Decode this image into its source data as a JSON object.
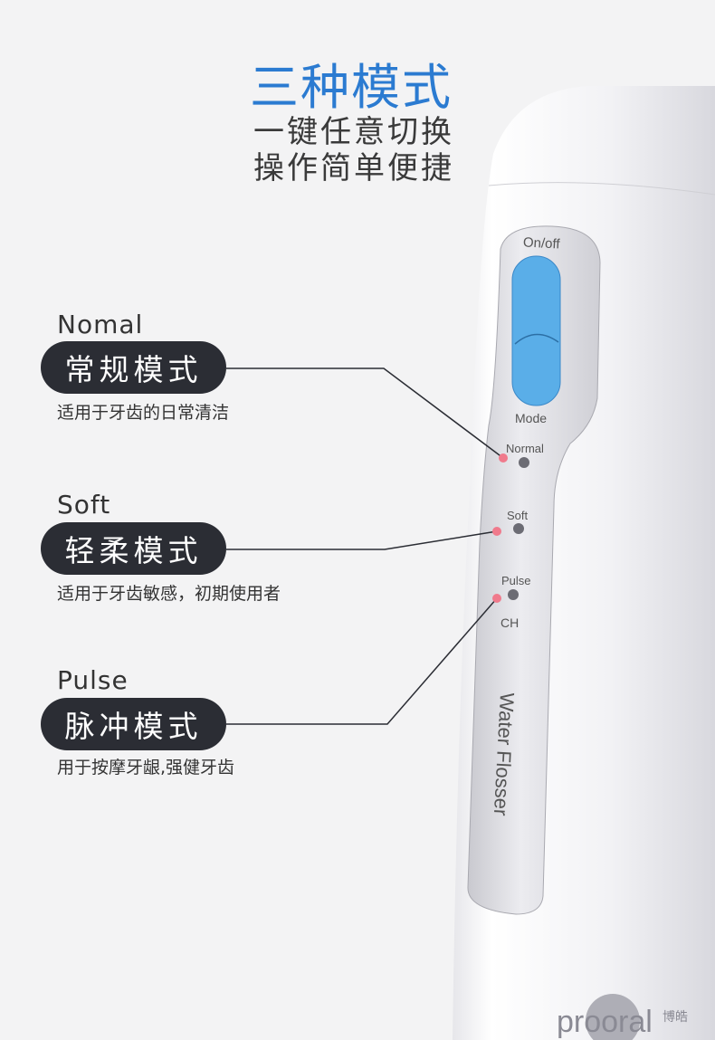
{
  "header": {
    "title": "三种模式",
    "subtitle_line1": "一键任意切换",
    "subtitle_line2": "操作简单便捷"
  },
  "modes": [
    {
      "english": "Nomal",
      "name": "常规模式",
      "description": "适用于牙齿的日常清洁"
    },
    {
      "english": "Soft",
      "name": "轻柔模式",
      "description": "适用于牙齿敏感，初期使用者"
    },
    {
      "english": "Pulse",
      "name": "脉冲模式",
      "description": "用于按摩牙龈,强健牙齿"
    }
  ],
  "device": {
    "power_label": "On/off",
    "mode_label": "Mode",
    "indicator_normal": "Normal",
    "indicator_soft": "Soft",
    "indicator_pulse": "Pulse",
    "ch_label": "CH",
    "product_name": "Water Flosser",
    "brand": "prooral",
    "brand_cn": "博皓",
    "button_color": "#5aaee8",
    "accent_color": "#2b7bd1"
  }
}
